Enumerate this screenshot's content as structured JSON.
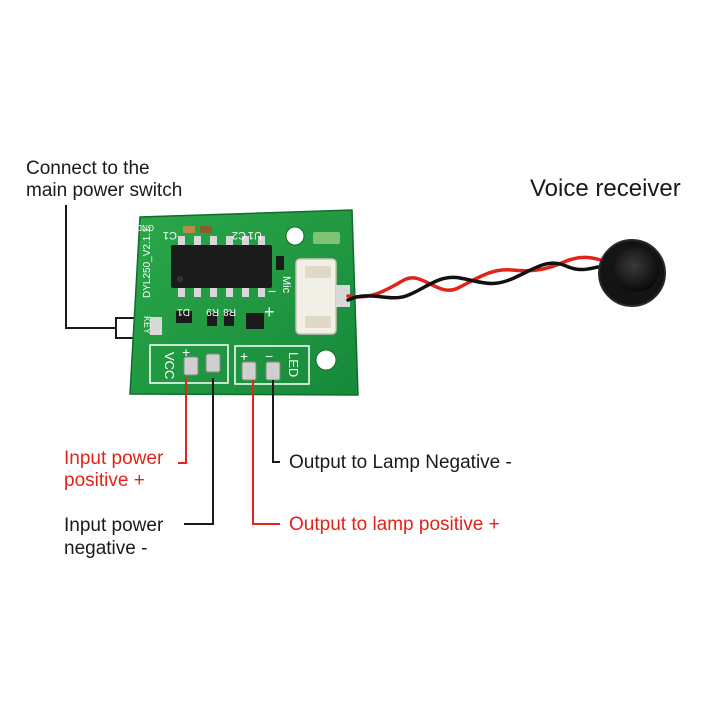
{
  "labels": {
    "main_switch_line1": "Connect to the",
    "main_switch_line2": "main power switch",
    "voice_receiver": "Voice receiver",
    "input_pos_line1": "Input power",
    "input_pos_line2": "positive +",
    "input_neg_line1": "Input power",
    "input_neg_line2": "negative -",
    "lamp_neg": "Output to Lamp Negative -",
    "lamp_pos": "Output to lamp positive +"
  },
  "pcb": {
    "model": "DYL250_V2.1.1",
    "vcc": "VCC",
    "led": "LED",
    "mic": "Mic",
    "key": "KEY",
    "gnd": "GND",
    "u1": "U1",
    "c2": "C2",
    "c1": "C1",
    "d1": "D1",
    "r8": "R8",
    "r9": "R9",
    "plus": "+",
    "minus": "−"
  },
  "colors": {
    "pcb_green": "#1f9a3c",
    "wire_red": "#e2231a",
    "line_black": "#1a1a1a"
  }
}
